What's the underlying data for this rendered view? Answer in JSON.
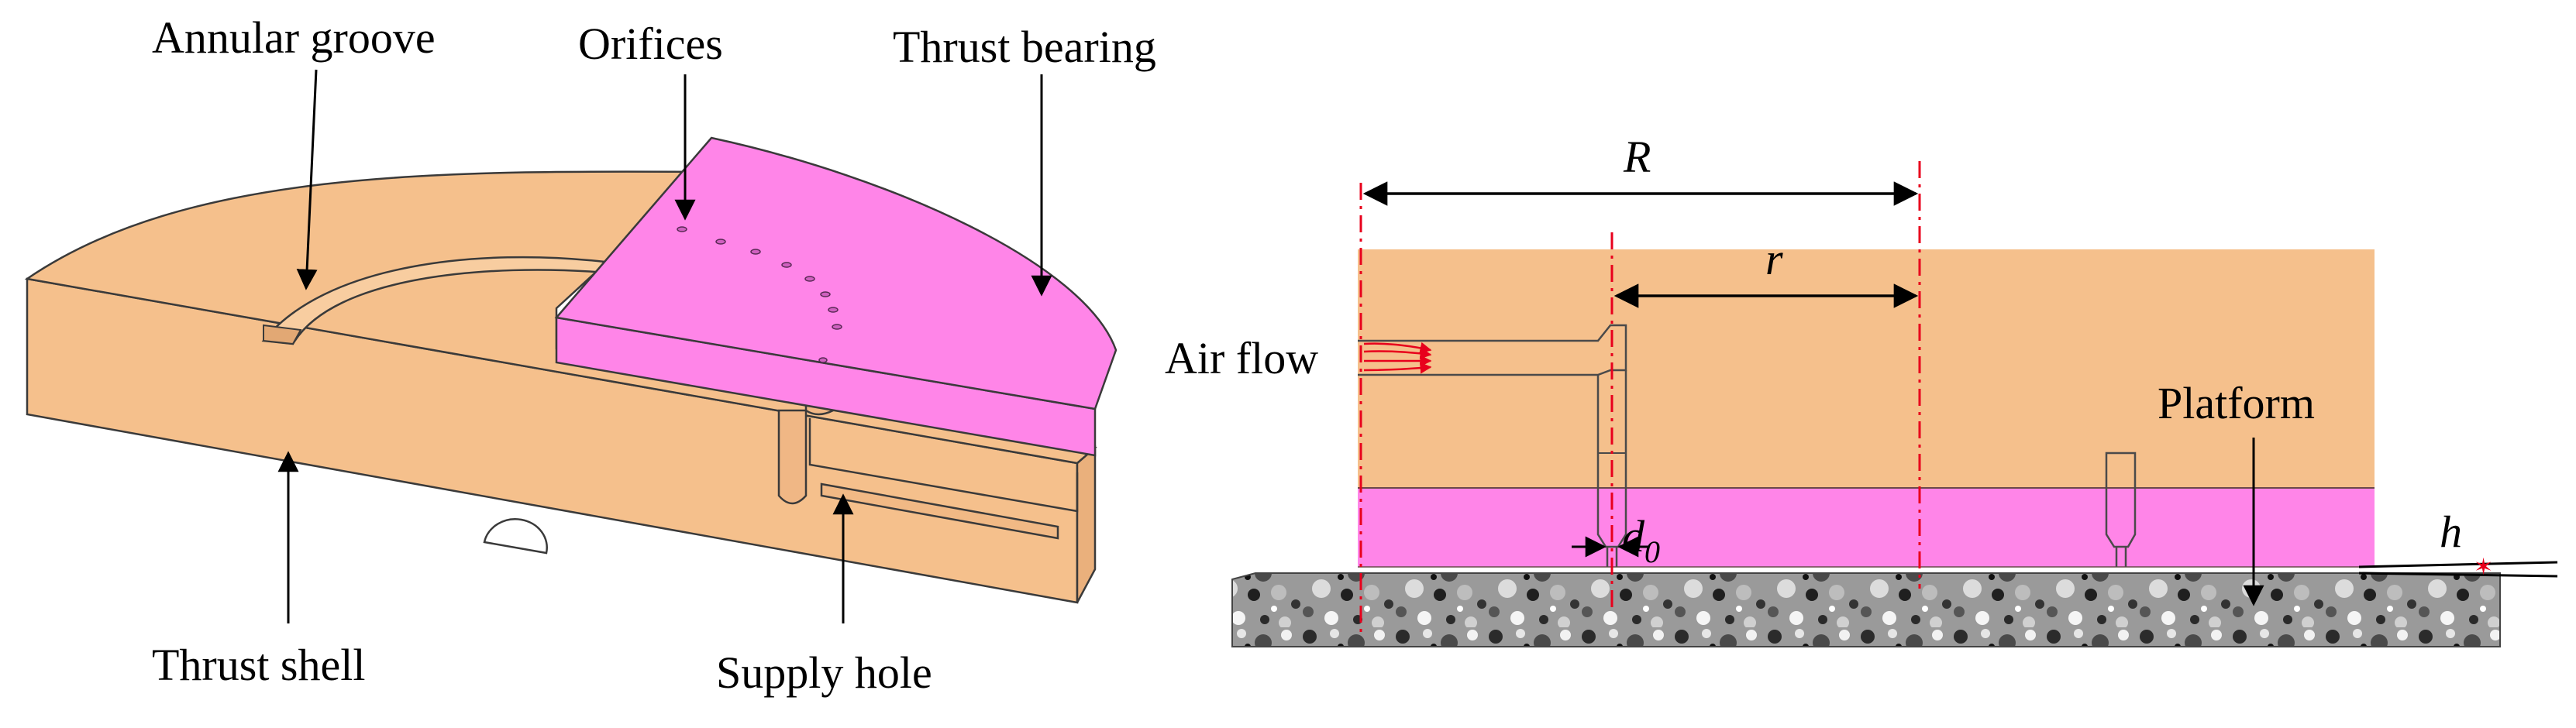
{
  "left_view": {
    "labels": {
      "annular_groove": "Annular groove",
      "orifices": "Orifices",
      "thrust_bearing": "Thrust bearing",
      "thrust_shell": "Thrust shell",
      "supply_hole": "Supply hole"
    }
  },
  "right_view": {
    "labels": {
      "air_flow": "Air flow",
      "platform": "Platform"
    },
    "symbols": {
      "R": "R",
      "r": "r",
      "d0_main": "d",
      "d0_sub": "0",
      "h": "h"
    }
  },
  "colors": {
    "shell": "#f5c08c",
    "bearing": "#ff85e8",
    "outline": "#3a3a3a",
    "axis_line": "#e8001c",
    "flow_arrow": "#e8001c",
    "granite_base": "#8a8a8a"
  }
}
